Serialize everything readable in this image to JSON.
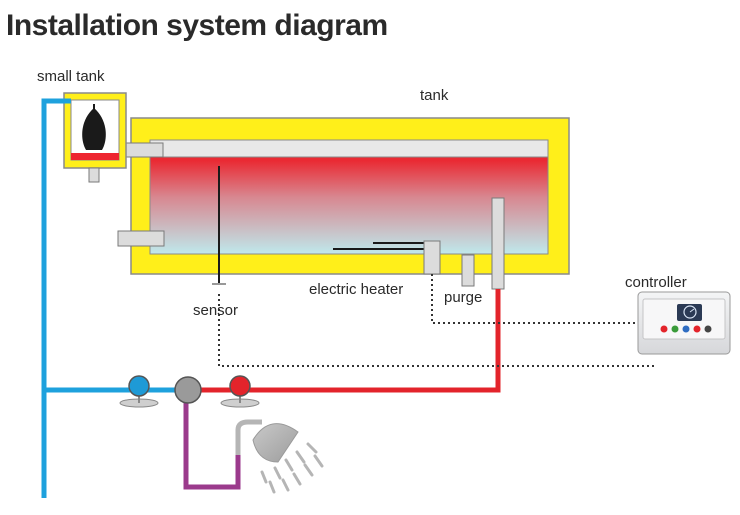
{
  "title": "Installation system diagram",
  "labels": {
    "small_tank": "small tank",
    "tank": "tank",
    "sensor": "sensor",
    "electric_heater": "electric heater",
    "purge": "purge",
    "controller": "controller"
  },
  "colors": {
    "tank_casing": "#ffef1a",
    "tank_outline": "#777777",
    "water_hot": "#ee2630",
    "water_cool": "#bfe9ec",
    "cold_pipe": "#1ea1dd",
    "hot_pipe": "#e3242b",
    "mixed_pipe": "#9b3a8c",
    "valve_cold": "#1e9ad6",
    "valve_mix": "#9a9a9a",
    "valve_hot": "#e3242b",
    "controller_body": "#e9eaec",
    "shower": "#b5b5b5"
  },
  "icons": [
    "float-valve-icon",
    "shower-icon",
    "valve-icon",
    "controller-display-icon"
  ]
}
